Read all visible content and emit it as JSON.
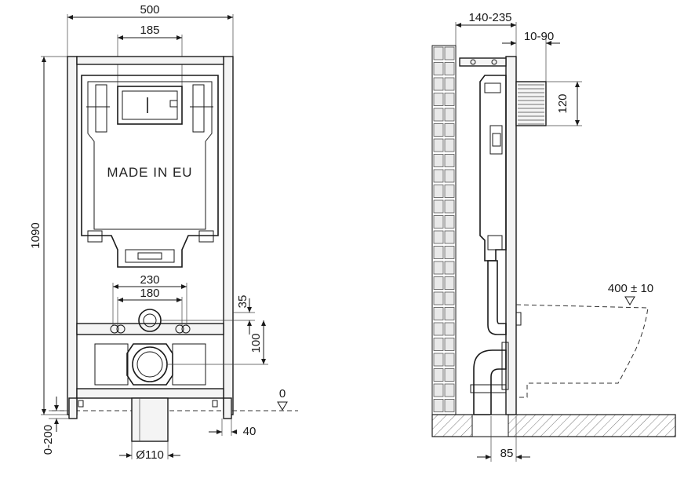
{
  "front_view": {
    "dim_width": "500",
    "dim_tank_width": "185",
    "dim_height": "1090",
    "dim_bolts_outer": "230",
    "dim_bolts_inner": "180",
    "dim_offset_35": "35",
    "dim_offset_100": "100",
    "dim_floor_zero": "0",
    "dim_leg_adjust": "0-200",
    "dim_foot": "40",
    "dim_drain": "Ø110",
    "tank_label": "MADE IN EU"
  },
  "side_view": {
    "dim_depth": "140-235",
    "dim_spacing": "10-90",
    "dim_button_height": "120",
    "dim_bowl_height": "400 ± 10",
    "dim_drain_offset": "85"
  }
}
